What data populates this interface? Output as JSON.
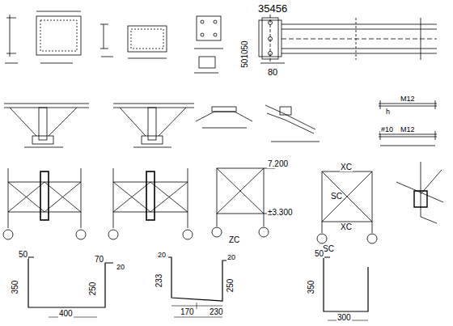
{
  "diagram": {
    "labels": [
      "35456",
      "501050",
      "80",
      "M12",
      "h",
      "M12",
      "#10",
      "7.200",
      "±3.300",
      "ZC",
      "XC",
      "SC",
      "XC",
      "SC",
      "50",
      "350",
      "400",
      "70",
      "250",
      "20",
      "20",
      "233",
      "250",
      "20",
      "170",
      "230",
      "50",
      "350",
      "300"
    ]
  }
}
